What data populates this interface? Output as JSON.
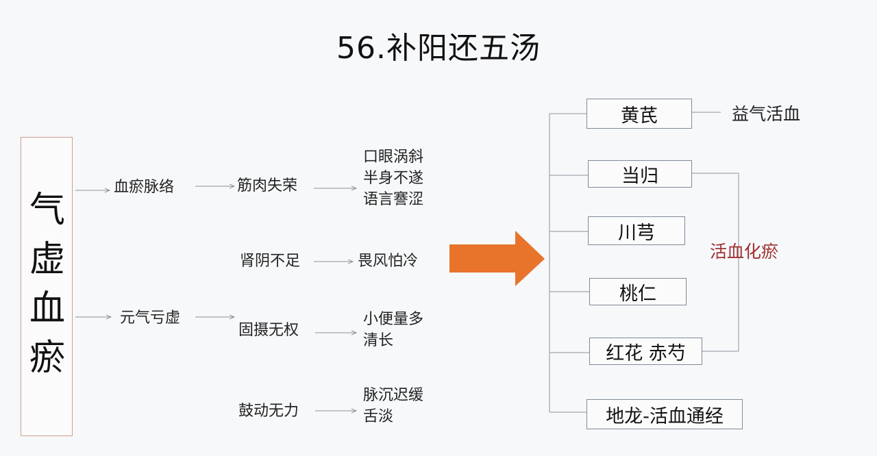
{
  "title": "56.补阳还五汤",
  "root": [
    "气",
    "虚",
    "血",
    "瘀"
  ],
  "pathways": {
    "p1": {
      "cause": "血瘀脉络",
      "mid": "筋肉失荣",
      "symptoms": [
        "口眼涡斜",
        "半身不遂",
        "语言謇涩"
      ]
    },
    "p2": {
      "mid": "肾阴不足",
      "symptoms": [
        "畏风怕冷"
      ]
    },
    "p3": {
      "cause": "元气亏虚",
      "mid": "固摄无权",
      "symptoms": [
        "小便量多",
        "清长"
      ]
    },
    "p4": {
      "mid": "鼓动无力",
      "symptoms": [
        "脉沉迟缓",
        "舌淡"
      ]
    }
  },
  "herbs": {
    "h1": "黄芪",
    "h2": "当归",
    "h3": "川芎",
    "h4": "桃仁",
    "h5": "红花  赤芍",
    "h6": "地龙-活血通经"
  },
  "effects": {
    "e1": "益气活血",
    "e2": "活血化瘀"
  },
  "colors": {
    "arrow": "#e8732a",
    "connector": "#8a929c",
    "accent_text": "#a03030"
  }
}
